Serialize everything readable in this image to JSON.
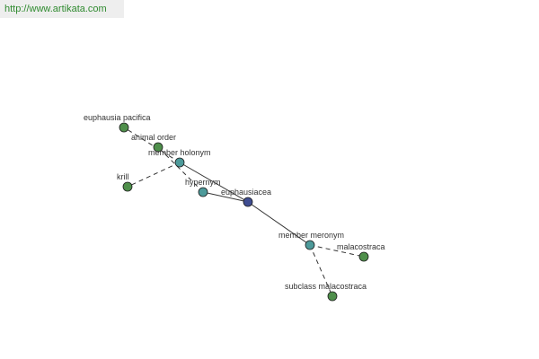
{
  "header": {
    "url": "http://www.artikata.com"
  },
  "colors": {
    "leaf": "#4f8f4b",
    "relation": "#4d9a9a",
    "center": "#3f4d91",
    "edge": "#333333",
    "url": "#2f8a2f"
  },
  "graph": {
    "nodes": {
      "euphausiacea": {
        "label": "euphausiacea",
        "kind": "center"
      },
      "member-holonym": {
        "label": "member holonym",
        "kind": "relation"
      },
      "hypernym": {
        "label": "hypernym",
        "kind": "relation"
      },
      "member-meronym": {
        "label": "member meronym",
        "kind": "relation"
      },
      "euphausia-pacifica": {
        "label": "euphausia pacifica",
        "kind": "leaf"
      },
      "animal-order": {
        "label": "animal order",
        "kind": "leaf"
      },
      "krill": {
        "label": "krill",
        "kind": "leaf"
      },
      "malacostraca": {
        "label": "malacostraca",
        "kind": "leaf"
      },
      "subclass-malacostraca": {
        "label": "subclass malacostraca",
        "kind": "leaf"
      }
    },
    "edges": [
      {
        "from": "euphausiacea",
        "to": "member-holonym",
        "style": "solid"
      },
      {
        "from": "euphausiacea",
        "to": "hypernym",
        "style": "solid"
      },
      {
        "from": "euphausiacea",
        "to": "member-meronym",
        "style": "solid"
      },
      {
        "from": "member-holonym",
        "to": "euphausia-pacifica",
        "style": "dashed"
      },
      {
        "from": "member-holonym",
        "to": "krill",
        "style": "dashed"
      },
      {
        "from": "hypernym",
        "to": "animal-order",
        "style": "dashed"
      },
      {
        "from": "member-meronym",
        "to": "malacostraca",
        "style": "dashed"
      },
      {
        "from": "member-meronym",
        "to": "subclass-malacostraca",
        "style": "dashed"
      }
    ]
  }
}
